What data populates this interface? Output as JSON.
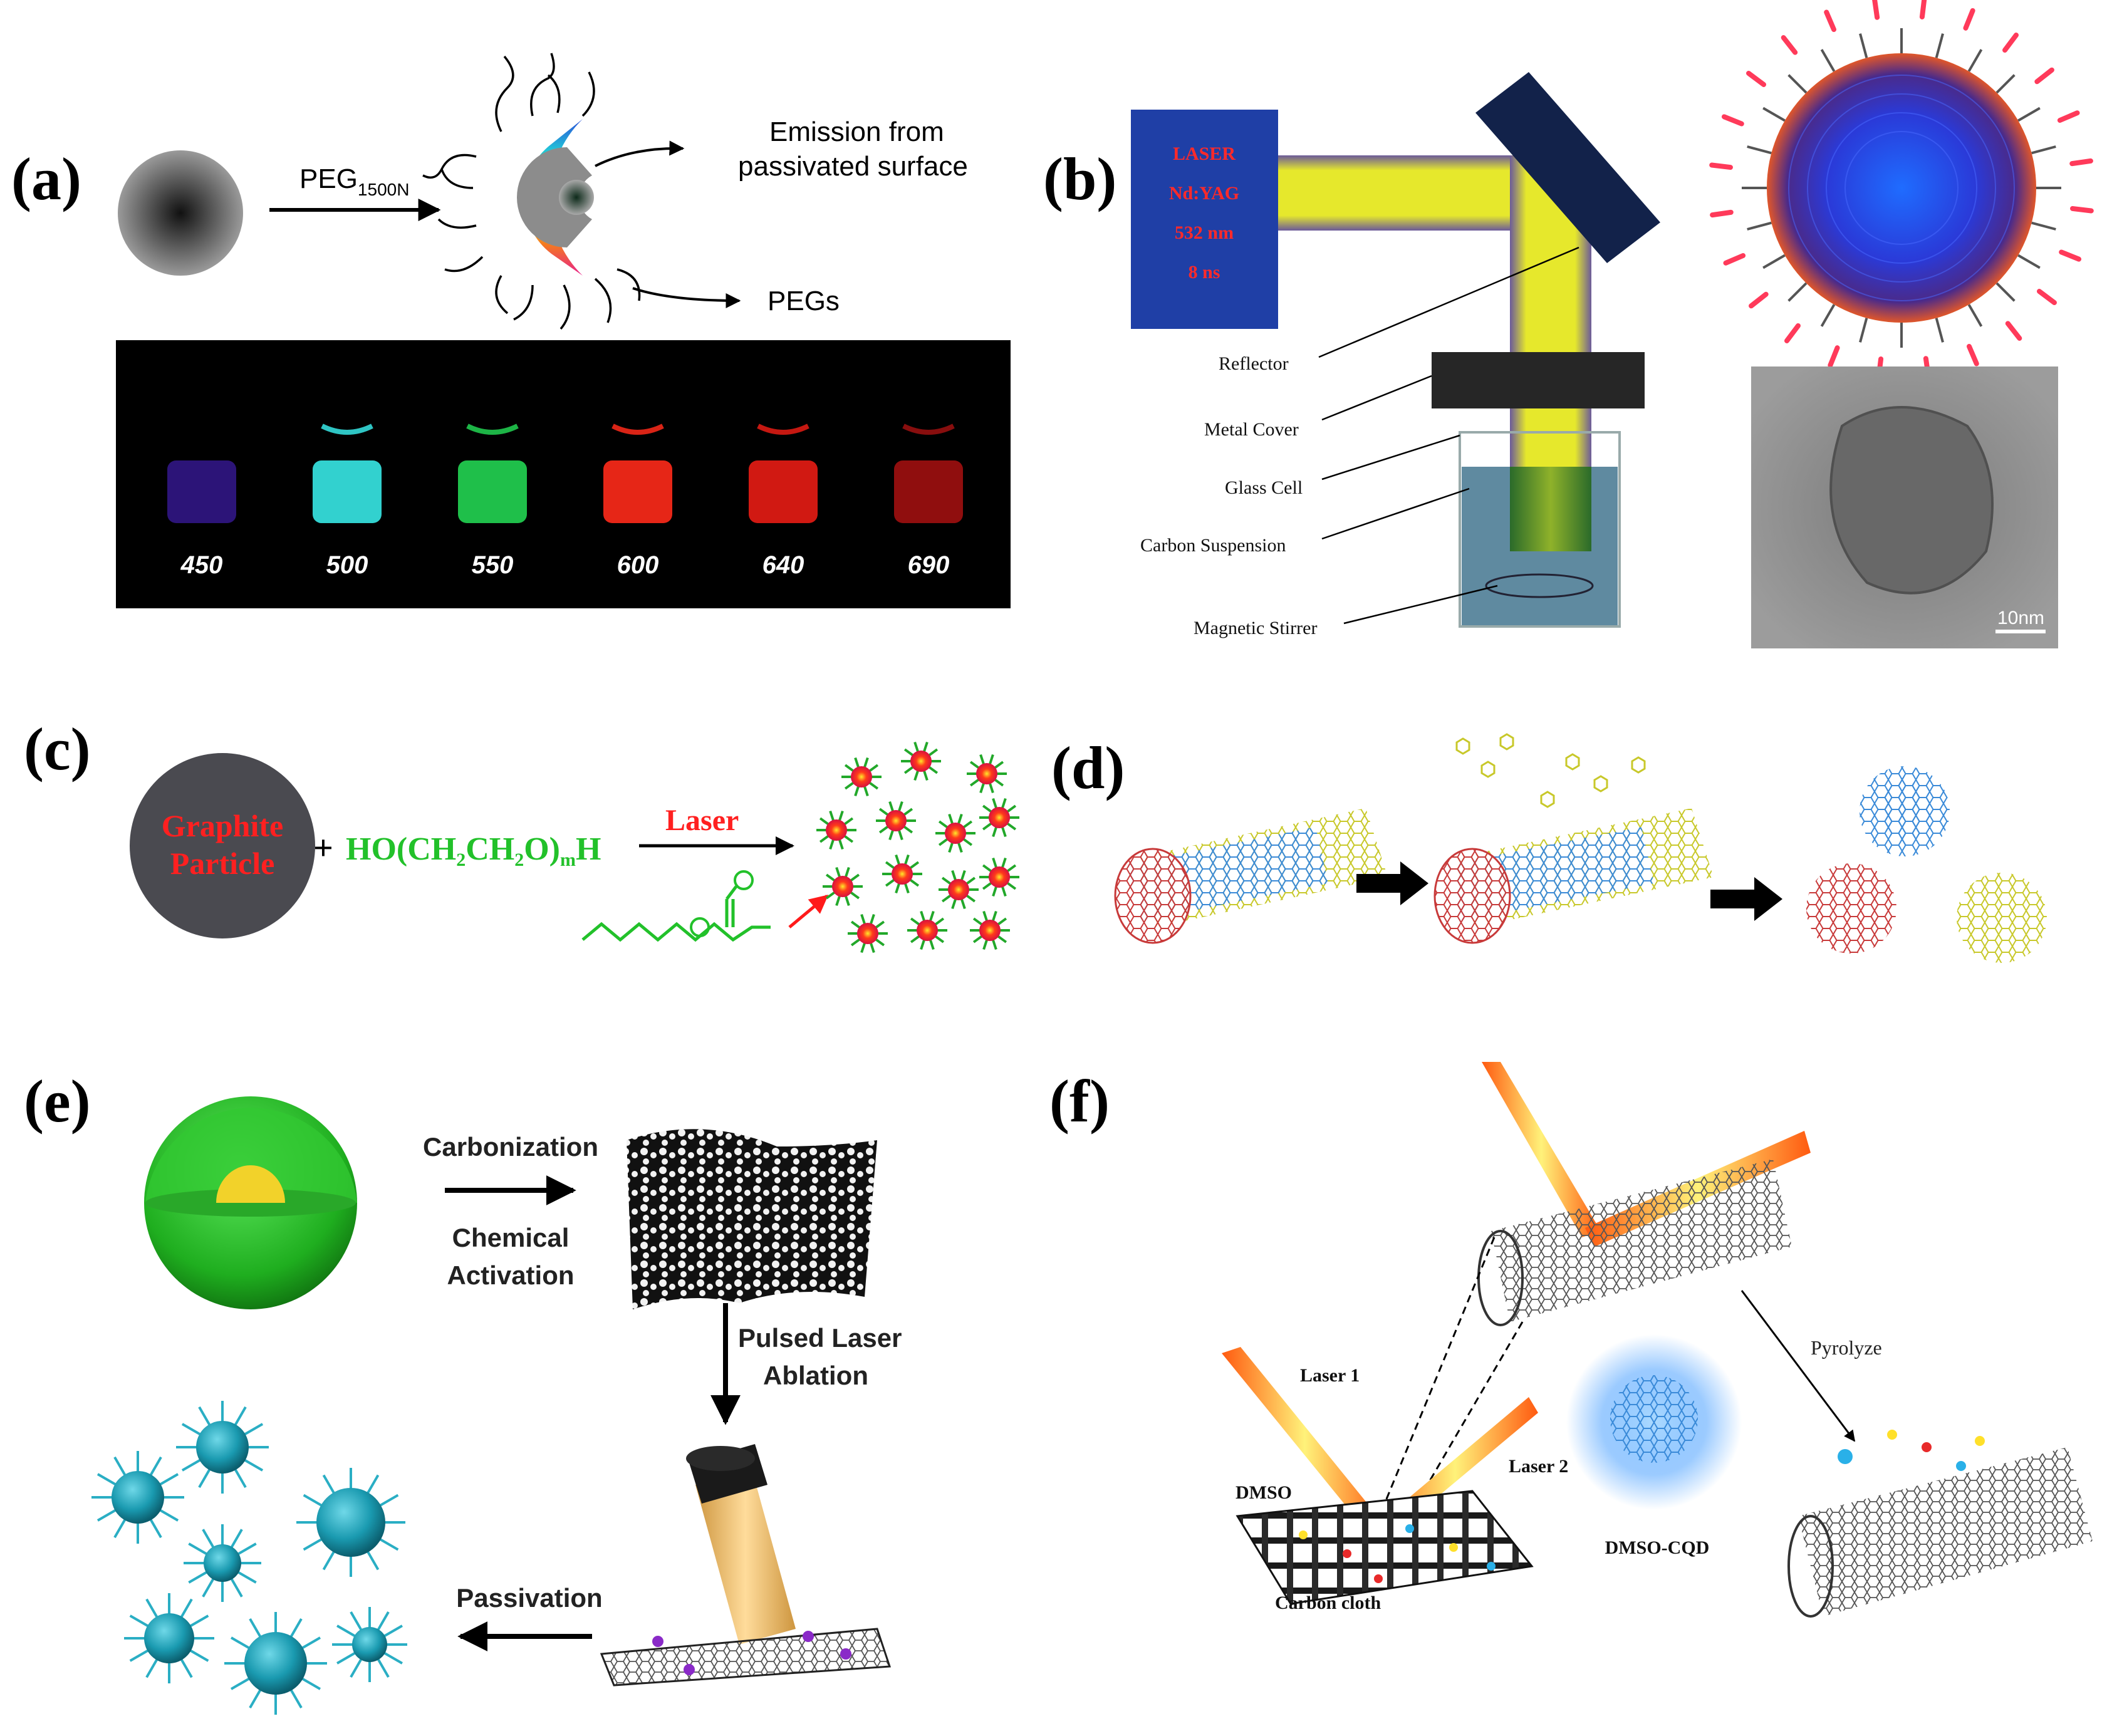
{
  "panels": {
    "a": {
      "label": "(a)",
      "reagent": "PEG",
      "reagent_sub": "1500N",
      "emission_line1": "Emission from",
      "emission_line2": "passivated surface",
      "pegs": "PEGs",
      "wavelengths": [
        "450",
        "500",
        "550",
        "600",
        "640",
        "690"
      ],
      "vial_colors": [
        "#4a22c8",
        "#37e8e6",
        "#22d452",
        "#ff2a1a",
        "#e81c14",
        "#a01010"
      ]
    },
    "b": {
      "label": "(b)",
      "laser_lines": [
        "LASER",
        "Nd:YAG",
        "532 nm",
        "8 ns"
      ],
      "callouts": [
        "Reflector",
        "Metal Cover",
        "Glass Cell",
        "Carbon Suspension",
        "Magnetic Stirrer"
      ],
      "scalebar": "10nm"
    },
    "c": {
      "label": "(c)",
      "particle_line1": "Graphite",
      "particle_line2": "Particle",
      "plus": "+",
      "formula_prefix": "HO(CH",
      "formula_sub1": "2",
      "formula_mid1": "CH",
      "formula_sub2": "2",
      "formula_mid2": "O)",
      "formula_sub3": "m",
      "formula_suffix": "H",
      "laser": "Laser"
    },
    "d": {
      "label": "(d)"
    },
    "e": {
      "label": "(e)",
      "carbonization": "Carbonization",
      "chemical": "Chemical",
      "activation": "Activation",
      "pulsed": "Pulsed Laser",
      "ablation": "Ablation",
      "passivation": "Passivation"
    },
    "f": {
      "label": "(f)",
      "laser1": "Laser 1",
      "laser2": "Laser 2",
      "dmso": "DMSO",
      "carbon_cloth": "Carbon cloth",
      "cqd": "DMSO-CQD",
      "pyrolyze": "Pyrolyze"
    }
  },
  "colors": {
    "laser_box": "#1f3fa6",
    "laser_text": "#ff2a2a",
    "beam": "#e8ea2a",
    "mirror": "#12224a",
    "green_text": "#22c12a",
    "red_text": "#ff2020",
    "cqd_teal": "#1a9ab0",
    "shell_green": "#22c222"
  }
}
